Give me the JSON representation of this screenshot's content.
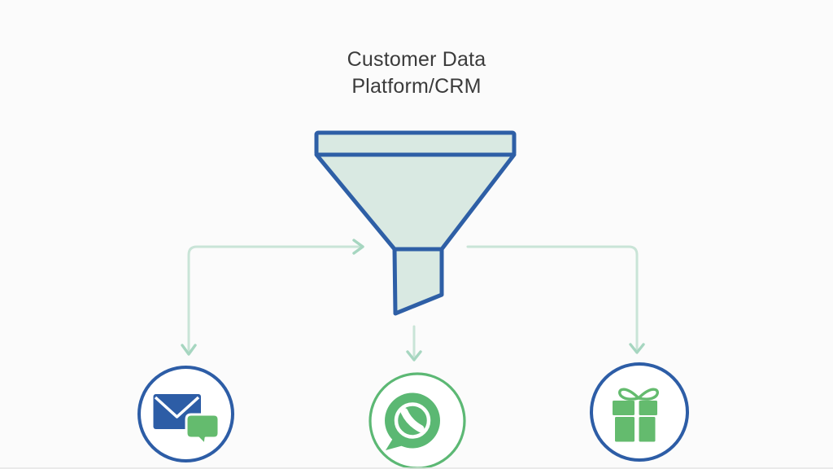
{
  "title": {
    "line1": "Customer Data",
    "line2": "Platform/CRM"
  },
  "funnel": {
    "shape": "funnel",
    "sections": [
      "top-band",
      "body",
      "spout"
    ]
  },
  "nodes": [
    {
      "id": "email-chat",
      "icon": "envelope-chat-icon",
      "position": "bottom-left"
    },
    {
      "id": "whatsapp",
      "icon": "whatsapp-icon",
      "position": "bottom-center"
    },
    {
      "id": "gift",
      "icon": "gift-icon",
      "position": "bottom-right"
    }
  ],
  "colors": {
    "background": "#fbfbfb",
    "title_text": "#3b3b3b",
    "funnel_stroke": "#2e5fa6",
    "funnel_fill": "#d9e9e2",
    "arrow": "#c9e4d7",
    "arrow_head": "#a6d6c0",
    "blue": "#2d5da6",
    "green": "#64bb6e",
    "whatsapp_green": "#5bb873",
    "node_green": "#5cb874",
    "white": "#ffffff"
  }
}
